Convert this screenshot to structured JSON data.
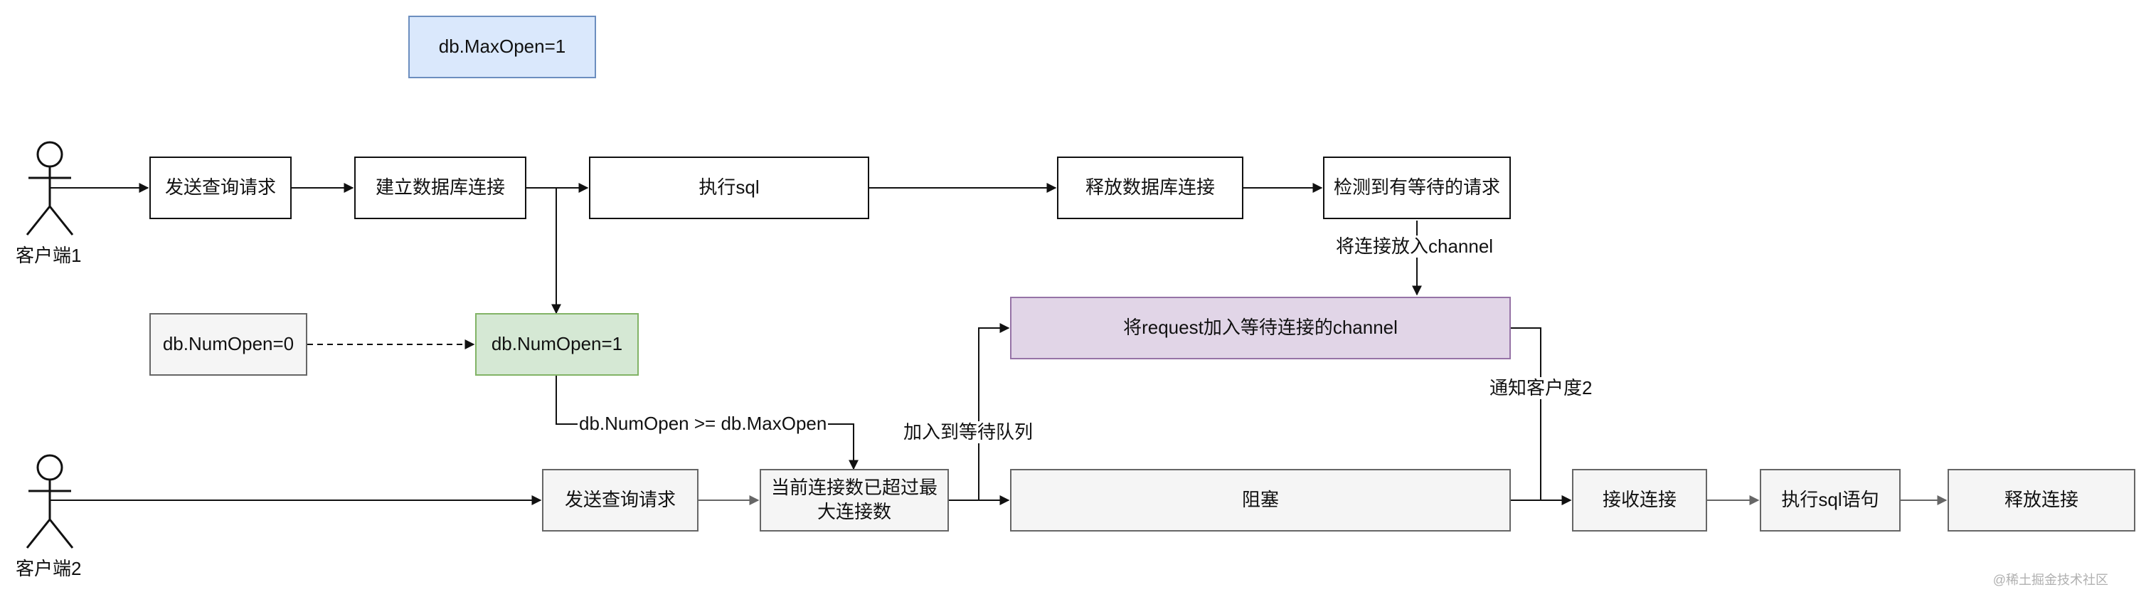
{
  "diagram": {
    "config_box": "db.MaxOpen=1",
    "actors": {
      "client1": "客户端1",
      "client2": "客户端2"
    },
    "client1_flow": {
      "send_query": "发送查询请求",
      "open_connection": "建立数据库连接",
      "exec_sql": "执行sql",
      "release_connection": "释放数据库连接",
      "detect_waiting": "检测到有等待的请求"
    },
    "state": {
      "numopen_before": "db.NumOpen=0",
      "numopen_after": "db.NumOpen=1"
    },
    "client2_flow": {
      "send_query": "发送查询请求",
      "over_limit": "当前连接数已超过最大连接数",
      "wait_channel": "将request加入等待连接的channel",
      "blocked": "阻塞",
      "receive_connection": "接收连接",
      "exec_sql_statement": "执行sql语句",
      "release_connection": "释放连接"
    },
    "edge_labels": {
      "put_in_channel": "将连接放入channel",
      "condition": "db.NumOpen >= db.MaxOpen",
      "join_queue": "加入到等待队列",
      "notify_client2": "通知客户度2"
    },
    "watermark": "@稀土掘金技术社区",
    "colors": {
      "config_fill": "#dae8fc",
      "numopen_fill": "#d5e8d4",
      "channel_fill": "#e1d5e7",
      "client2_fill": "#f5f5f5"
    }
  }
}
